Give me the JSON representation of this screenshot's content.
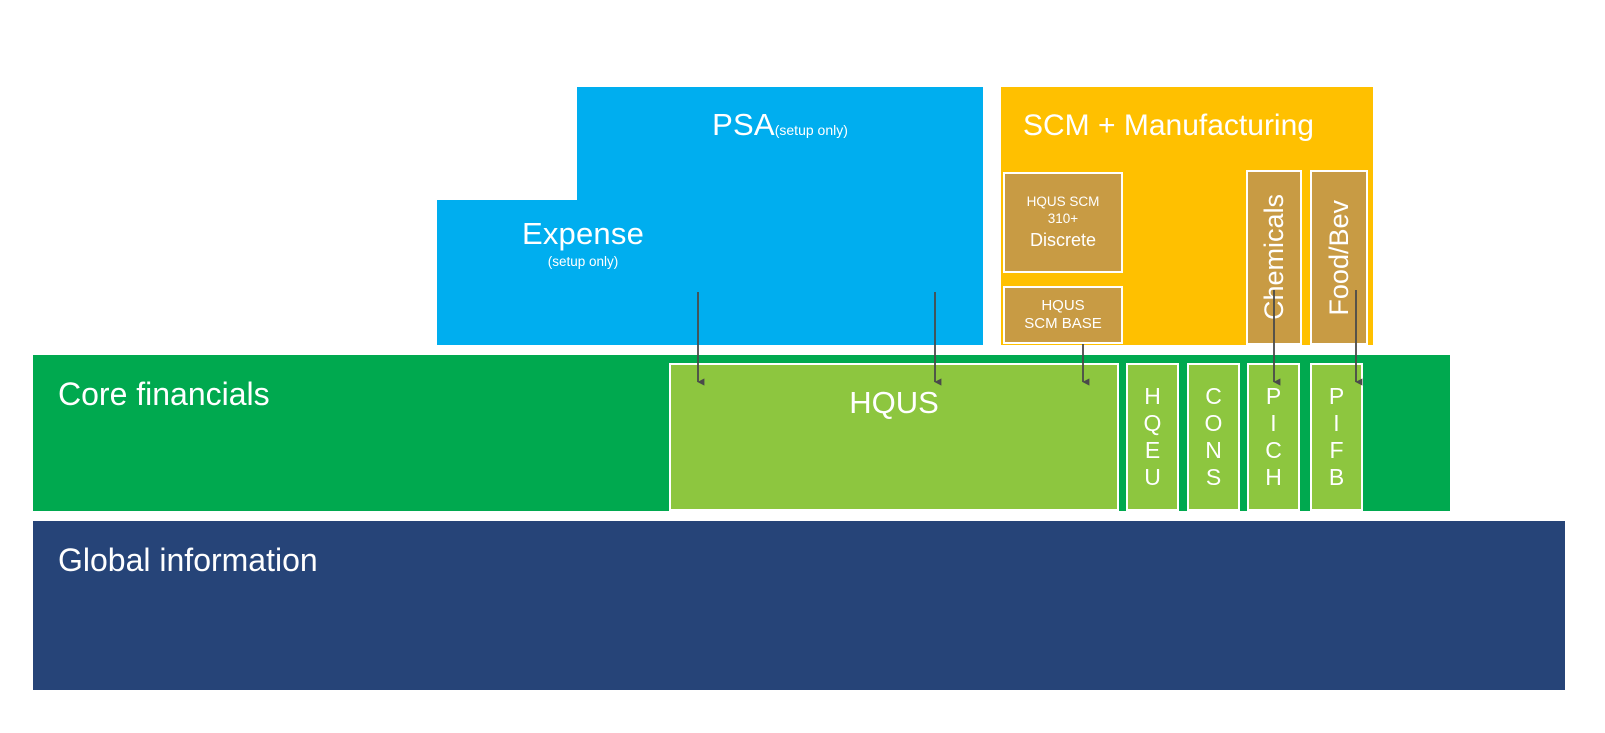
{
  "diagram": {
    "title_layers": [
      "PSA",
      "Expense",
      "SCM + Manufacturing",
      "Core financials",
      "Global information"
    ],
    "blue_layer": {
      "psa": {
        "label": "PSA",
        "note": "(setup only)"
      },
      "expense": {
        "label": "Expense",
        "note": "(setup only)"
      }
    },
    "orange_layer": {
      "title": "SCM + Manufacturing",
      "modules": [
        {
          "line1": "HQUS SCM",
          "line2": "310+",
          "line3": "Discrete"
        },
        {
          "line1": "HQUS",
          "line2": "SCM BASE"
        }
      ],
      "vertical_modules": [
        {
          "label": "Chemicals"
        },
        {
          "label": "Food/Bev"
        }
      ]
    },
    "core_financials": {
      "label": "Core financials",
      "hqus": {
        "label": "HQUS"
      },
      "stacked_boxes": [
        {
          "name": "hqeu",
          "label": "HQEU",
          "letters": [
            "H",
            "Q",
            "E",
            "U"
          ]
        },
        {
          "name": "cons",
          "label": "CONS",
          "letters": [
            "C",
            "O",
            "N",
            "S"
          ]
        },
        {
          "name": "pich",
          "label": "PICH",
          "letters": [
            "P",
            "I",
            "C",
            "H"
          ]
        },
        {
          "name": "pifb",
          "label": "PIFB",
          "letters": [
            "P",
            "I",
            "F",
            "B"
          ]
        }
      ]
    },
    "global_information": {
      "label": "Global information"
    },
    "colors": {
      "blue": "#00AEEF",
      "orange": "#FFC000",
      "tan": "#C89B44",
      "green_dark": "#00A94F",
      "green_light": "#8DC63F",
      "navy": "#264478",
      "arrow": "#404040",
      "text": "#FFFFFF"
    },
    "connectors": [
      {
        "name": "expense-to-hqus",
        "from": "Expense",
        "to": "HQUS"
      },
      {
        "name": "psa-to-hqus",
        "from": "PSA",
        "to": "HQUS"
      },
      {
        "name": "scmbase-to-hqus",
        "from": "HQUS SCM BASE",
        "to": "HQUS"
      },
      {
        "name": "chemicals-to-pich",
        "from": "Chemicals",
        "to": "PICH"
      },
      {
        "name": "foodbev-to-pifb",
        "from": "Food/Bev",
        "to": "PIFB"
      }
    ]
  }
}
